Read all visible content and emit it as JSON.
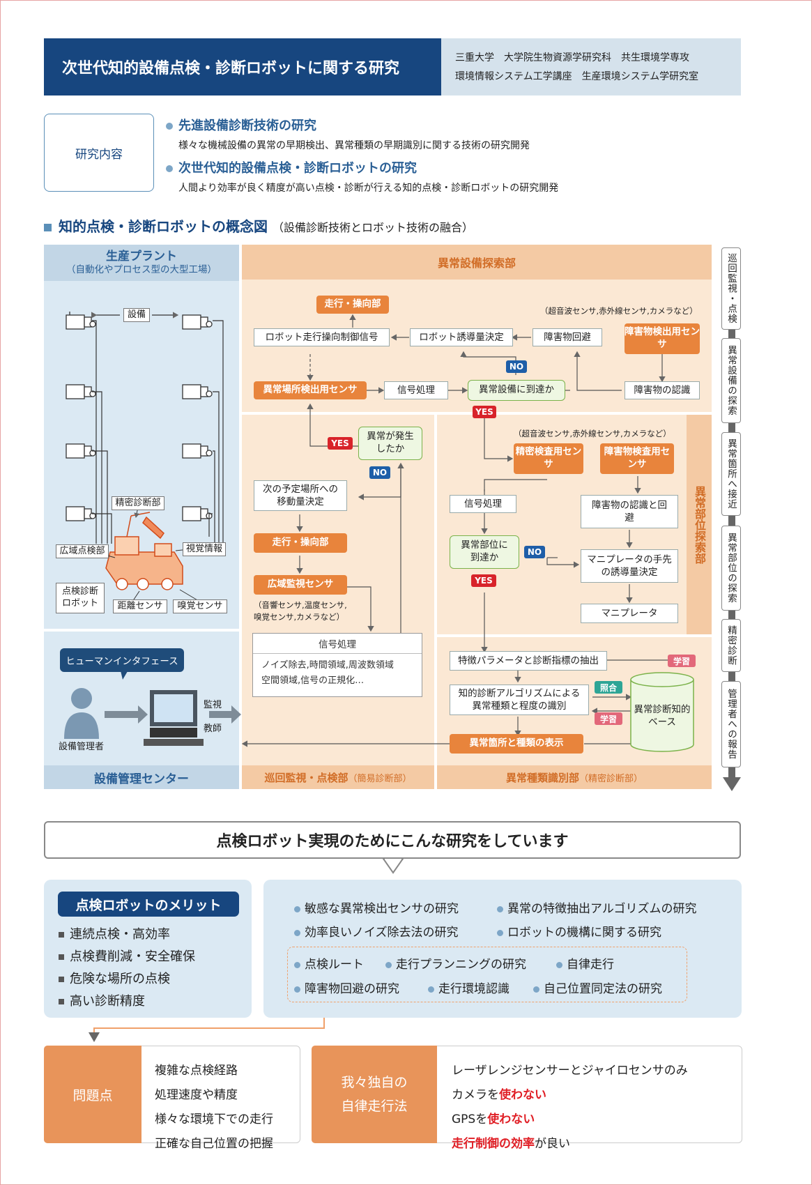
{
  "header": {
    "title": "次世代知的設備点検・診断ロボットに関する研究",
    "aff1": "三重大学　大学院生物資源学研究科　共生環境学専攻",
    "aff2": "環境情報システム工学講座　生産環境システム学研究室"
  },
  "research": {
    "label": "研究内容",
    "items": [
      {
        "head": "先進設備診断技術の研究",
        "desc": "様々な機械設備の異常の早期検出、異常種類の早期識別に関する技術の研究開発"
      },
      {
        "head": "次世代知的設備点検・診断ロボットの研究",
        "desc": "人間より効率が良く精度が高い点検・診断が行える知的点検・診断ロボットの研究開発"
      }
    ]
  },
  "section": {
    "title": "知的点検・診断ロボットの概念図",
    "sub": "（設備診断技術とロボット技術の融合）"
  },
  "plant": {
    "title1": "生産プラント",
    "title2": "（自動化やプロセス型の大型工場）",
    "equip": "設備",
    "precise": "精密診断部",
    "wide": "広域点検部",
    "visual": "視覚情報",
    "robot1": "点検診断",
    "robot2": "ロボット",
    "dist": "距離センサ",
    "smell": "嗅覚センサ"
  },
  "center": {
    "hi": "ヒューマンインタフェース",
    "admin": "設備管理者",
    "monitor": "監視",
    "teach": "教師",
    "title": "設備管理センター"
  },
  "search": {
    "title": "異常設備探索部",
    "drive1": "走行・操向部",
    "control": "ロボット走行操向制御信号",
    "guide": "ロボット誘導量決定",
    "avoid": "障害物回避",
    "sensors": "（超音波センサ,赤外線センサ,カメラなど）",
    "obsens": "障害物検出用センサ",
    "no1": "NO",
    "loc": "異常場所検出用センサ",
    "sig1": "信号処理",
    "reach": "異常設備に到達か",
    "recog": "障害物の認識",
    "yes1": "YES"
  },
  "patrol": {
    "yes": "YES",
    "occur": "異常が発生したか",
    "no": "NO",
    "next": "次の予定場所への移動量決定",
    "drive2": "走行・操向部",
    "wide": "広域監視センサ",
    "wsens": "（音響センサ,温度センサ,嗅覚センサ,カメラなど）",
    "sig": "信号処理",
    "sigd1": "ノイズ除去,時間領域,周波数領域",
    "sigd2": "空間領域,信号の正規化…",
    "title": "巡回監視・点検部",
    "sub": "（簡易診断部）"
  },
  "part": {
    "sensors": "（超音波センサ,赤外線センサ,カメラなど）",
    "prec": "精密検査用センサ",
    "obs": "障害物検査用センサ",
    "sig": "信号処理",
    "obrec": "障害物の認識と回避",
    "reach": "異常部位に到達か",
    "no": "NO",
    "yes": "YES",
    "mani_guide": "マニプレータの手先の誘導量決定",
    "mani": "マニプレータ",
    "side": "異常部位探索部"
  },
  "ident": {
    "feat": "特徴パラメータと診断指標の抽出",
    "learn1": "学習",
    "algo": "知的診断アルゴリズムによる異常種類と程度の識別",
    "match": "照合",
    "learn2": "学習",
    "kb": "異常診断知的ベース",
    "disp": "異常箇所と種類の表示",
    "title": "異常種類識別部",
    "sub": "（精密診断部）"
  },
  "steps": [
    "巡回監視・点検",
    "異常設備の探索",
    "異常箇所へ接近",
    "異常部位の探索",
    "精密診断",
    "管理者への報告"
  ],
  "banner": "点検ロボット実現のためにこんな研究をしています",
  "merit": {
    "title": "点検ロボットのメリット",
    "items": [
      "連続点検・高効率",
      "点検費削減・安全確保",
      "危険な場所の点検",
      "高い診断精度"
    ]
  },
  "studies": {
    "row1": [
      "敏感な異常検出センサの研究",
      "異常の特徴抽出アルゴリズムの研究"
    ],
    "row2": [
      "効率良いノイズ除去法の研究",
      "ロボットの機構に関する研究"
    ],
    "row3": [
      "点検ルート",
      "走行プランニングの研究",
      "自律走行"
    ],
    "row4": [
      "障害物回避の研究",
      "走行環境認識",
      "自己位置同定法の研究"
    ]
  },
  "problem": {
    "label": "問題点",
    "items": [
      "複雑な点検経路",
      "処理速度や精度",
      "様々な環境下での走行",
      "正確な自己位置の把握"
    ]
  },
  "method": {
    "label1": "我々独自の",
    "label2": "自律走行法",
    "l1": "レーザレンジセンサーとジャイロセンサのみ",
    "l2a": "カメラを",
    "l2b": "使わない",
    "l3a": "GPSを",
    "l3b": "使わない",
    "l4a": "走行制御の効率",
    "l4b": "が良い"
  },
  "colors": {
    "navy": "#17467f",
    "orange": "#e8843c",
    "yes": "#d8232a",
    "no": "#1e5ea8"
  }
}
